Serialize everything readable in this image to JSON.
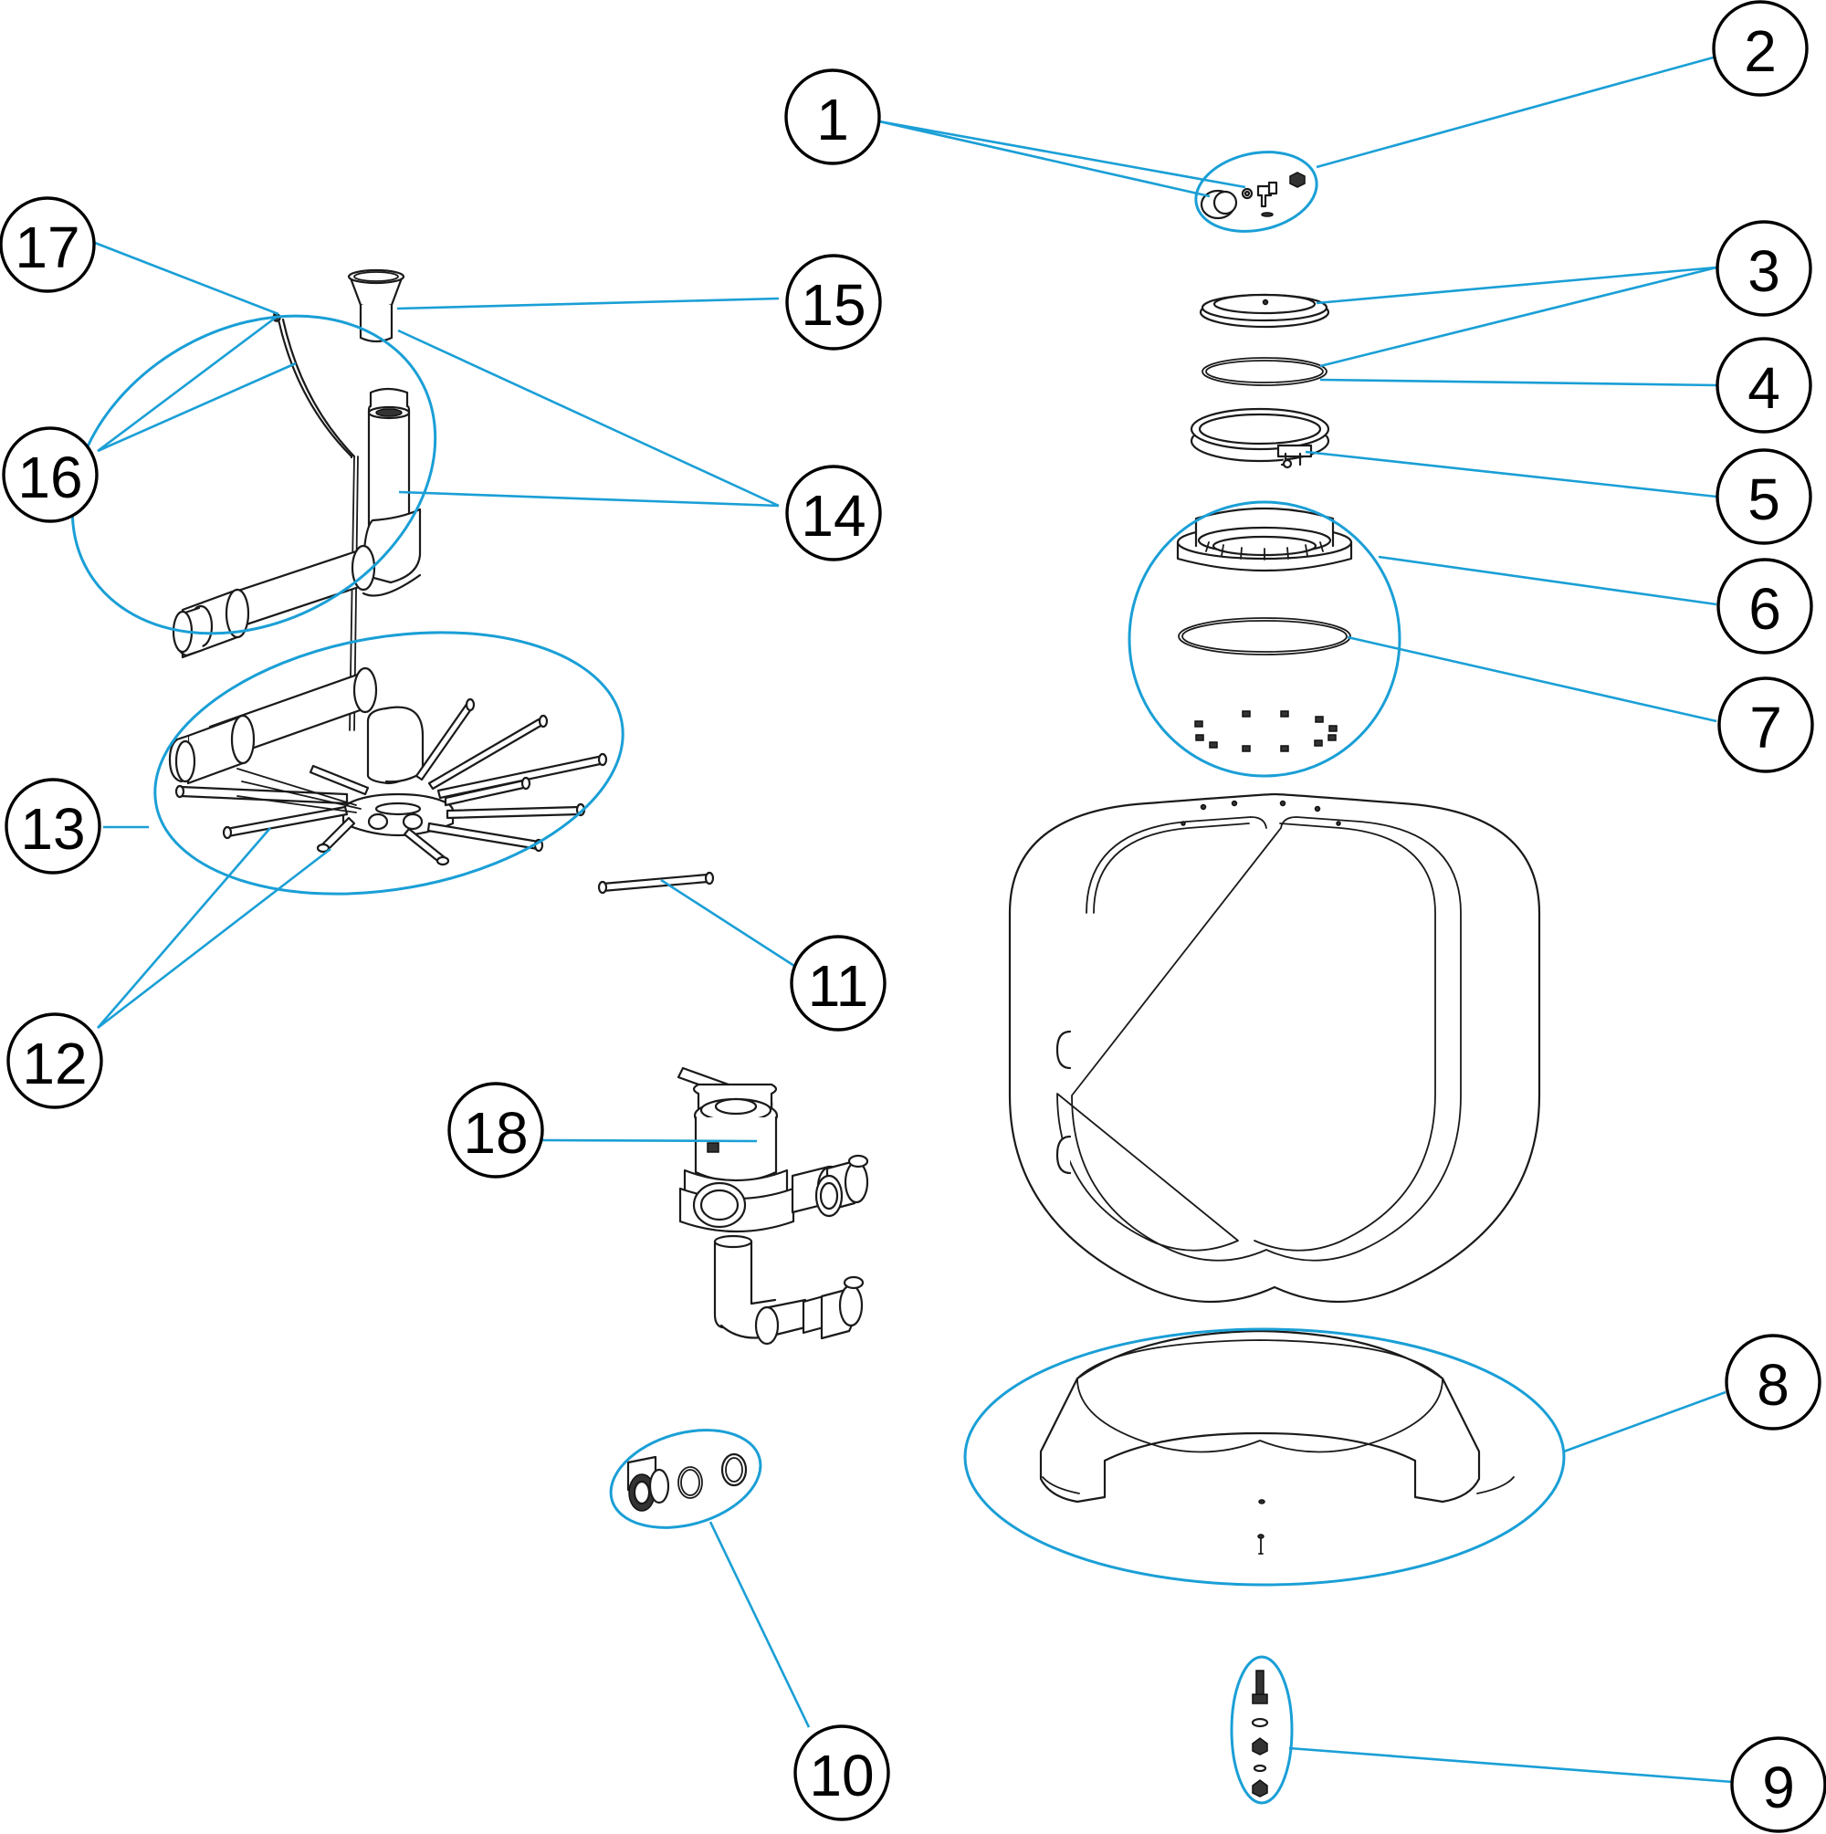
{
  "callouts": [
    {
      "id": "c1",
      "label": "1"
    },
    {
      "id": "c2",
      "label": "2"
    },
    {
      "id": "c3",
      "label": "3"
    },
    {
      "id": "c4",
      "label": "4"
    },
    {
      "id": "c5",
      "label": "5"
    },
    {
      "id": "c6",
      "label": "6"
    },
    {
      "id": "c7",
      "label": "7"
    },
    {
      "id": "c8",
      "label": "8"
    },
    {
      "id": "c9",
      "label": "9"
    },
    {
      "id": "c10",
      "label": "10"
    },
    {
      "id": "c11",
      "label": "11"
    },
    {
      "id": "c12",
      "label": "12"
    },
    {
      "id": "c13",
      "label": "13"
    },
    {
      "id": "c14",
      "label": "14"
    },
    {
      "id": "c15",
      "label": "15"
    },
    {
      "id": "c16",
      "label": "16"
    },
    {
      "id": "c17",
      "label": "17"
    },
    {
      "id": "c18",
      "label": "18"
    }
  ],
  "colors": {
    "leader_line": "#1a9fd6",
    "part_outline": "#1a1a1a",
    "callout_outline": "#000000",
    "background": "#ffffff"
  }
}
